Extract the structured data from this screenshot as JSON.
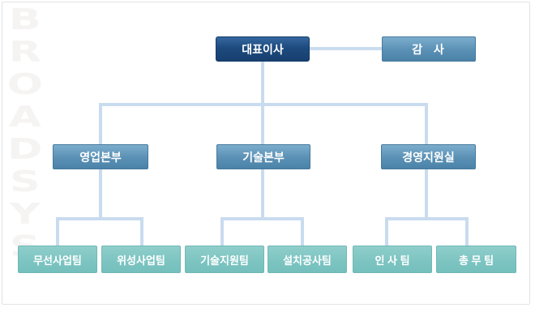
{
  "watermark": {
    "text": "BROADSYS"
  },
  "org_chart": {
    "type": "org-tree",
    "root": {
      "label": "대표이사"
    },
    "auditor": {
      "label": "감  사"
    },
    "divisions": [
      {
        "label": "영업본부"
      },
      {
        "label": "기술본부"
      },
      {
        "label": "경영지원실"
      }
    ],
    "teams": [
      {
        "label": "무선사업팀",
        "parent": "영업본부"
      },
      {
        "label": "위성사업팀",
        "parent": "영업본부"
      },
      {
        "label": "기술지원팀",
        "parent": "기술본부"
      },
      {
        "label": "설치공사팀",
        "parent": "기술본부"
      },
      {
        "label": "인 사 팀",
        "parent": "경영지원실"
      },
      {
        "label": "총 무 팀",
        "parent": "경영지원실"
      }
    ]
  },
  "colors": {
    "root_box_top": "#35689f",
    "root_box_bottom": "#173f70",
    "division_box_top": "#7badcd",
    "division_box_bottom": "#4b82a8",
    "team_box_top": "#8fcecb",
    "team_box_bottom": "#74bfbd",
    "connector": "#c9dbef",
    "frame_border": "#e2e2e2",
    "watermark_text": "#f5f4f3",
    "label_text": "#ffffff"
  }
}
